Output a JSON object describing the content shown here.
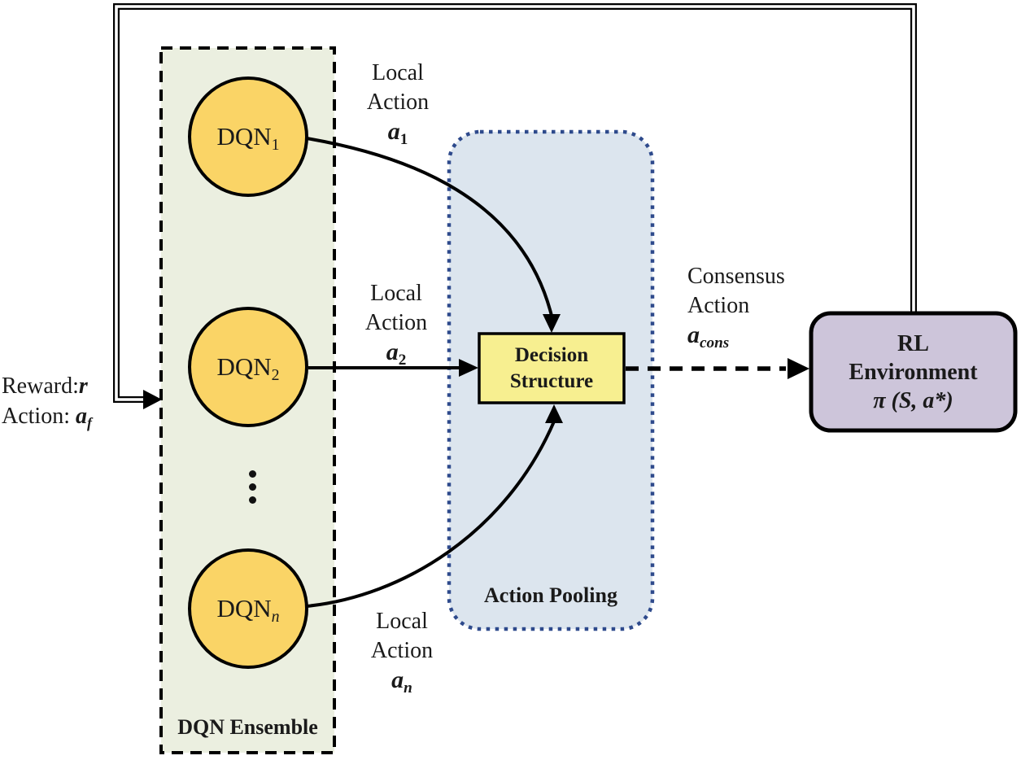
{
  "diagram": {
    "title_hint": "DQN ensemble reinforcement learning architecture diagram",
    "colors": {
      "background": "#FFFFFF",
      "line": "#000000",
      "ensemble_fill": "#EBEFE0",
      "circle_fill": "#FAD466",
      "pooling_fill": "#DCE5EE",
      "pooling_border": "#2E4A8C",
      "decision_fill": "#F7EF90",
      "rl_fill": "#CDC5DA",
      "text": "#1A1A1A"
    },
    "nodes": {
      "dqn_ensemble": {
        "label": "DQN Ensemble"
      },
      "dqn1": {
        "base": "DQN",
        "sub": "1"
      },
      "dqn2": {
        "base": "DQN",
        "sub": "2"
      },
      "dqnn": {
        "base": "DQN",
        "sub": "n"
      },
      "action_pooling": {
        "label": "Action Pooling"
      },
      "decision_structure": {
        "line1": "Decision",
        "line2": "Structure"
      },
      "rl_environment": {
        "line1": "RL",
        "line2": "Environment",
        "line3": "π (S, a*)"
      }
    },
    "labels": {
      "local_action_1": {
        "line1": "Local",
        "line2": "Action",
        "symbol": "a",
        "sub": "1"
      },
      "local_action_2": {
        "line1": "Local",
        "line2": "Action",
        "symbol": "a",
        "sub": "2"
      },
      "local_action_n": {
        "line1": "Local",
        "line2": "Action",
        "symbol": "a",
        "sub": "n"
      },
      "consensus_action": {
        "line1": "Consensus",
        "line2": "Action",
        "symbol": "a",
        "sub": "cons"
      },
      "reward": {
        "prefix": "Reward:",
        "symbol": "r"
      },
      "feedback_action": {
        "prefix": "Action: ",
        "symbol": "a",
        "sub": "f"
      }
    },
    "icons": {
      "vertical_ellipsis": "⋮"
    }
  }
}
